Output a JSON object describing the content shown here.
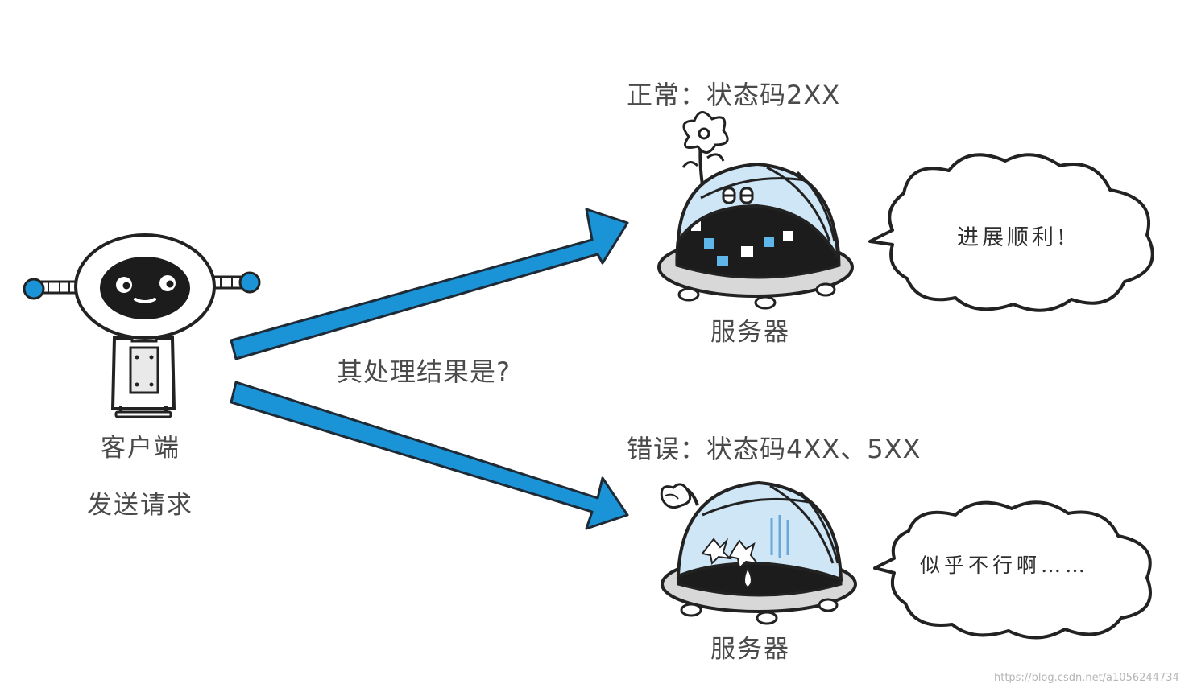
{
  "labels": {
    "ok_status": "正常：状态码2XX",
    "error_status": "错误：状态码4XX、5XX",
    "question": "其处理结果是?",
    "client": "客户端",
    "send_request": "发送请求",
    "server_top": "服务器",
    "server_bottom": "服务器"
  },
  "bubbles": {
    "ok_thought": "进展顺利!",
    "error_thought": "似乎不行啊……"
  },
  "watermark": "https://blog.csdn.net/a1056244734",
  "colors": {
    "arrow_blue": "#1a94d6",
    "dome_blue": "#cfe6f7",
    "outline": "#222222",
    "robot_face": "#1c1c1c",
    "text": "#4a4a4a"
  }
}
